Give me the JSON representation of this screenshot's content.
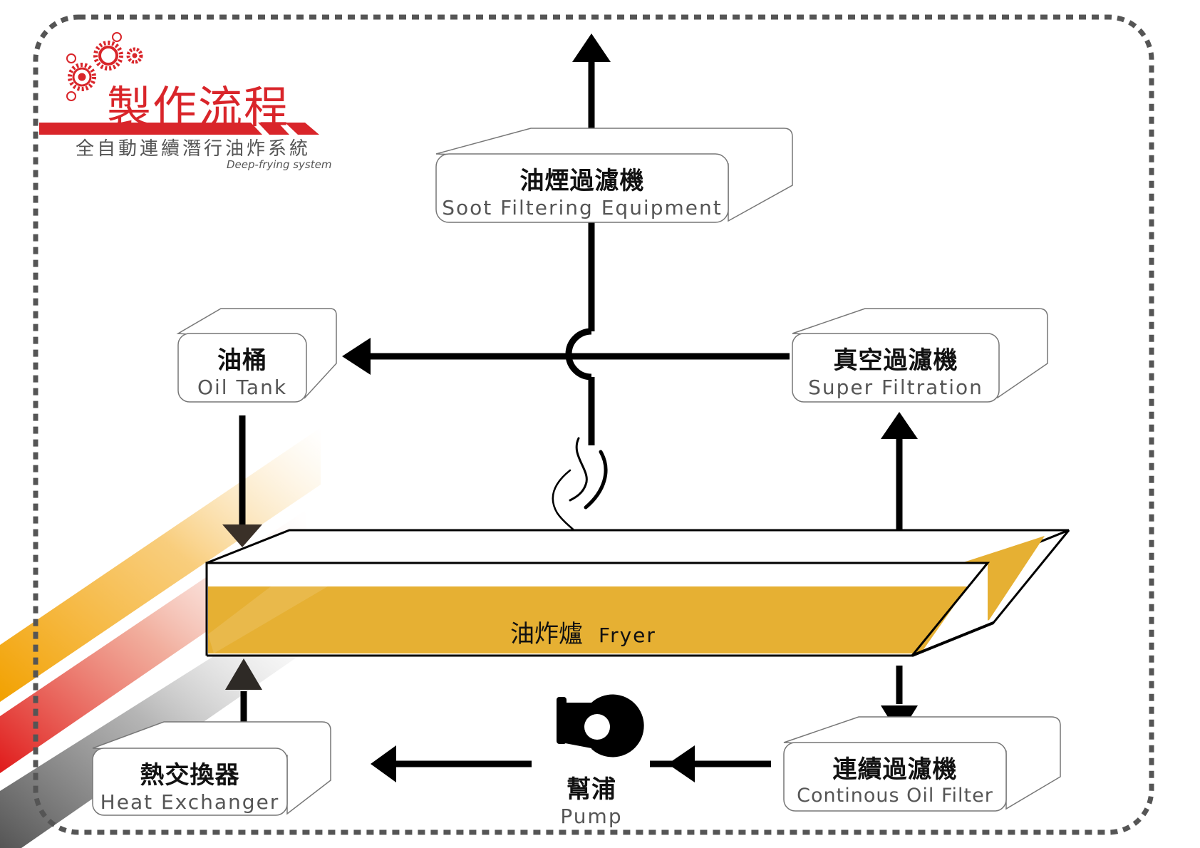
{
  "header": {
    "title": "製作流程",
    "subtitle": "全自動連續潛行油炸系統",
    "subtitle_en": "Deep-frying system",
    "accent_color": "#d9252a"
  },
  "nodes": {
    "soot_filter": {
      "zh": "油煙過濾機",
      "en": "Soot Filtering Equipment"
    },
    "oil_tank": {
      "zh": "油桶",
      "en": "Oil Tank"
    },
    "super_filtration": {
      "zh": "真空過濾機",
      "en": "Super Filtration"
    },
    "fryer": {
      "zh": "油炸爐",
      "en": "Fryer",
      "color": "#e6b033"
    },
    "pump": {
      "zh": "幫浦",
      "en": "Pump"
    },
    "continuous_filter": {
      "zh": "連續過濾機",
      "en": "Continous Oil Filter"
    },
    "heat_exchanger": {
      "zh": "熱交換器",
      "en": "Heat Exchanger"
    }
  },
  "flows": [
    {
      "from": "fryer",
      "to": "soot_filter",
      "note": "smoke"
    },
    {
      "from": "soot_filter",
      "to": "exhaust"
    },
    {
      "from": "super_filtration",
      "to": "oil_tank"
    },
    {
      "from": "oil_tank",
      "to": "fryer"
    },
    {
      "from": "fryer",
      "to": "super_filtration"
    },
    {
      "from": "fryer",
      "to": "continuous_filter"
    },
    {
      "from": "continuous_filter",
      "to": "pump"
    },
    {
      "from": "pump",
      "to": "heat_exchanger"
    },
    {
      "from": "heat_exchanger",
      "to": "fryer"
    }
  ],
  "icons": {
    "gears": "gears-icon",
    "pump": "pump-icon",
    "steam": "steam-icon"
  }
}
